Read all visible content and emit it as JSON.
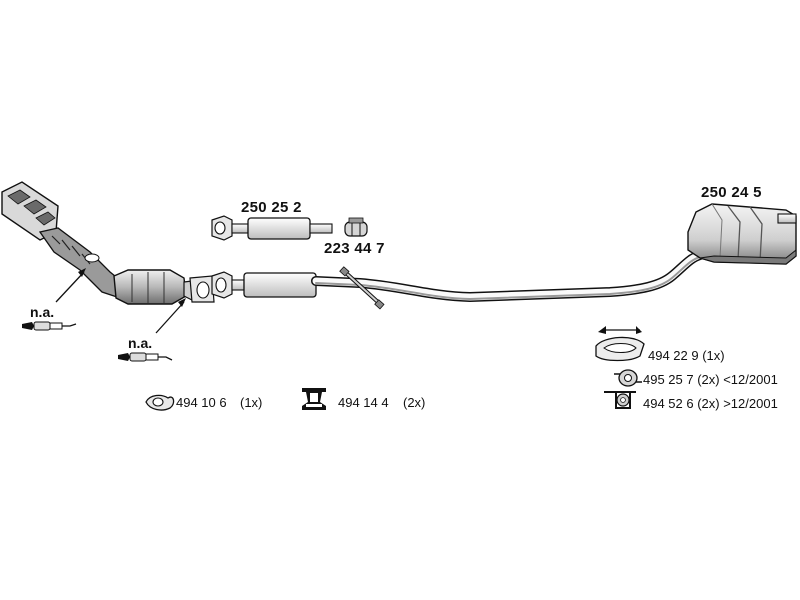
{
  "part_numbers": {
    "front_pipe": "250 25 2",
    "clamp": "223 44 7",
    "rear_muffler": "250 24 5"
  },
  "not_available": {
    "sensor_upper": "n.a.",
    "sensor_lower": "n.a."
  },
  "legend": {
    "gasket": "494 10 6",
    "gasket_qty": "(1x)",
    "mount_bracket": "494 14 4",
    "mount_bracket_qty": "(2x)",
    "rubber_strap": "494 22 9 (1x)",
    "rubber_ring_old": "495 25 7 (2x) <12/2001",
    "rubber_ring_new": "494 52 6 (2x) >12/2001"
  },
  "colors": {
    "line": "#111111",
    "fill_light": "#e8e8e8",
    "fill_mid": "#c8c8c8",
    "fill_dark": "#8a8a8a"
  }
}
